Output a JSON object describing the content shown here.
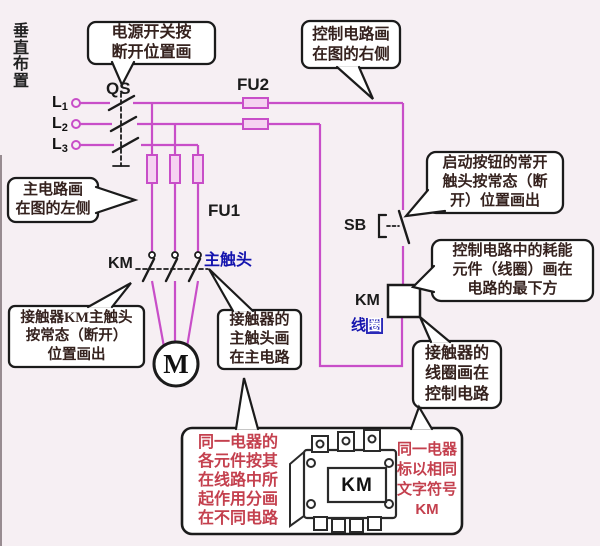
{
  "colors": {
    "background": "#f6eff3",
    "wire_magenta": "#c84ec8",
    "fuse_fill": "#f5d2f1",
    "callout_text": "#35221e",
    "red_text": "#c4404e",
    "blue_label": "#1414ae",
    "line_black": "#1b1b1b"
  },
  "orientation_note": {
    "chars": [
      "垂",
      "直",
      "布",
      "置"
    ]
  },
  "phases": [
    {
      "base": "L",
      "sub": "1"
    },
    {
      "base": "L",
      "sub": "2"
    },
    {
      "base": "L",
      "sub": "3"
    }
  ],
  "component_labels": {
    "qs": "QS",
    "fu2": "FU2",
    "fu1": "FU1",
    "km_main": "KM",
    "main_contact": "主触头",
    "sb": "SB",
    "km_coil": "KM",
    "coil_char1": "线",
    "coil_char2": "圈",
    "motor": "M"
  },
  "callouts": {
    "power_switch": {
      "lines": [
        "电源开关按",
        "断开位置画"
      ]
    },
    "control_right": {
      "lines": [
        "控制电路画",
        "在图的右侧"
      ]
    },
    "main_left": {
      "lines": [
        "主电路画",
        "在图的左侧"
      ]
    },
    "start_button": {
      "lines": [
        "启动按钮的常开",
        "触头按常态（断",
        "开）位置画出"
      ]
    },
    "coil_bottom": {
      "lines": [
        "控制电路中的耗能",
        "元件（线圈）画在",
        "电路的最下方"
      ]
    },
    "km_contacts": {
      "lines": [
        "接触器KM主触头",
        "按常态（断开）",
        "位置画出"
      ]
    },
    "main_contacts": {
      "lines": [
        "接触器的",
        "主触头画",
        "在主电路"
      ]
    },
    "coil_control": {
      "lines": [
        "接触器的",
        "线圈画在",
        "控制电路"
      ]
    }
  },
  "bottom_box": {
    "left_lines": [
      "同一电器的",
      "各元件按其",
      "在线路中所",
      "起作用分画",
      "在不同电路"
    ],
    "right_lines": [
      "同一电器",
      "标以相同",
      "文字符号",
      "KM"
    ],
    "contactor_label": "KM"
  }
}
